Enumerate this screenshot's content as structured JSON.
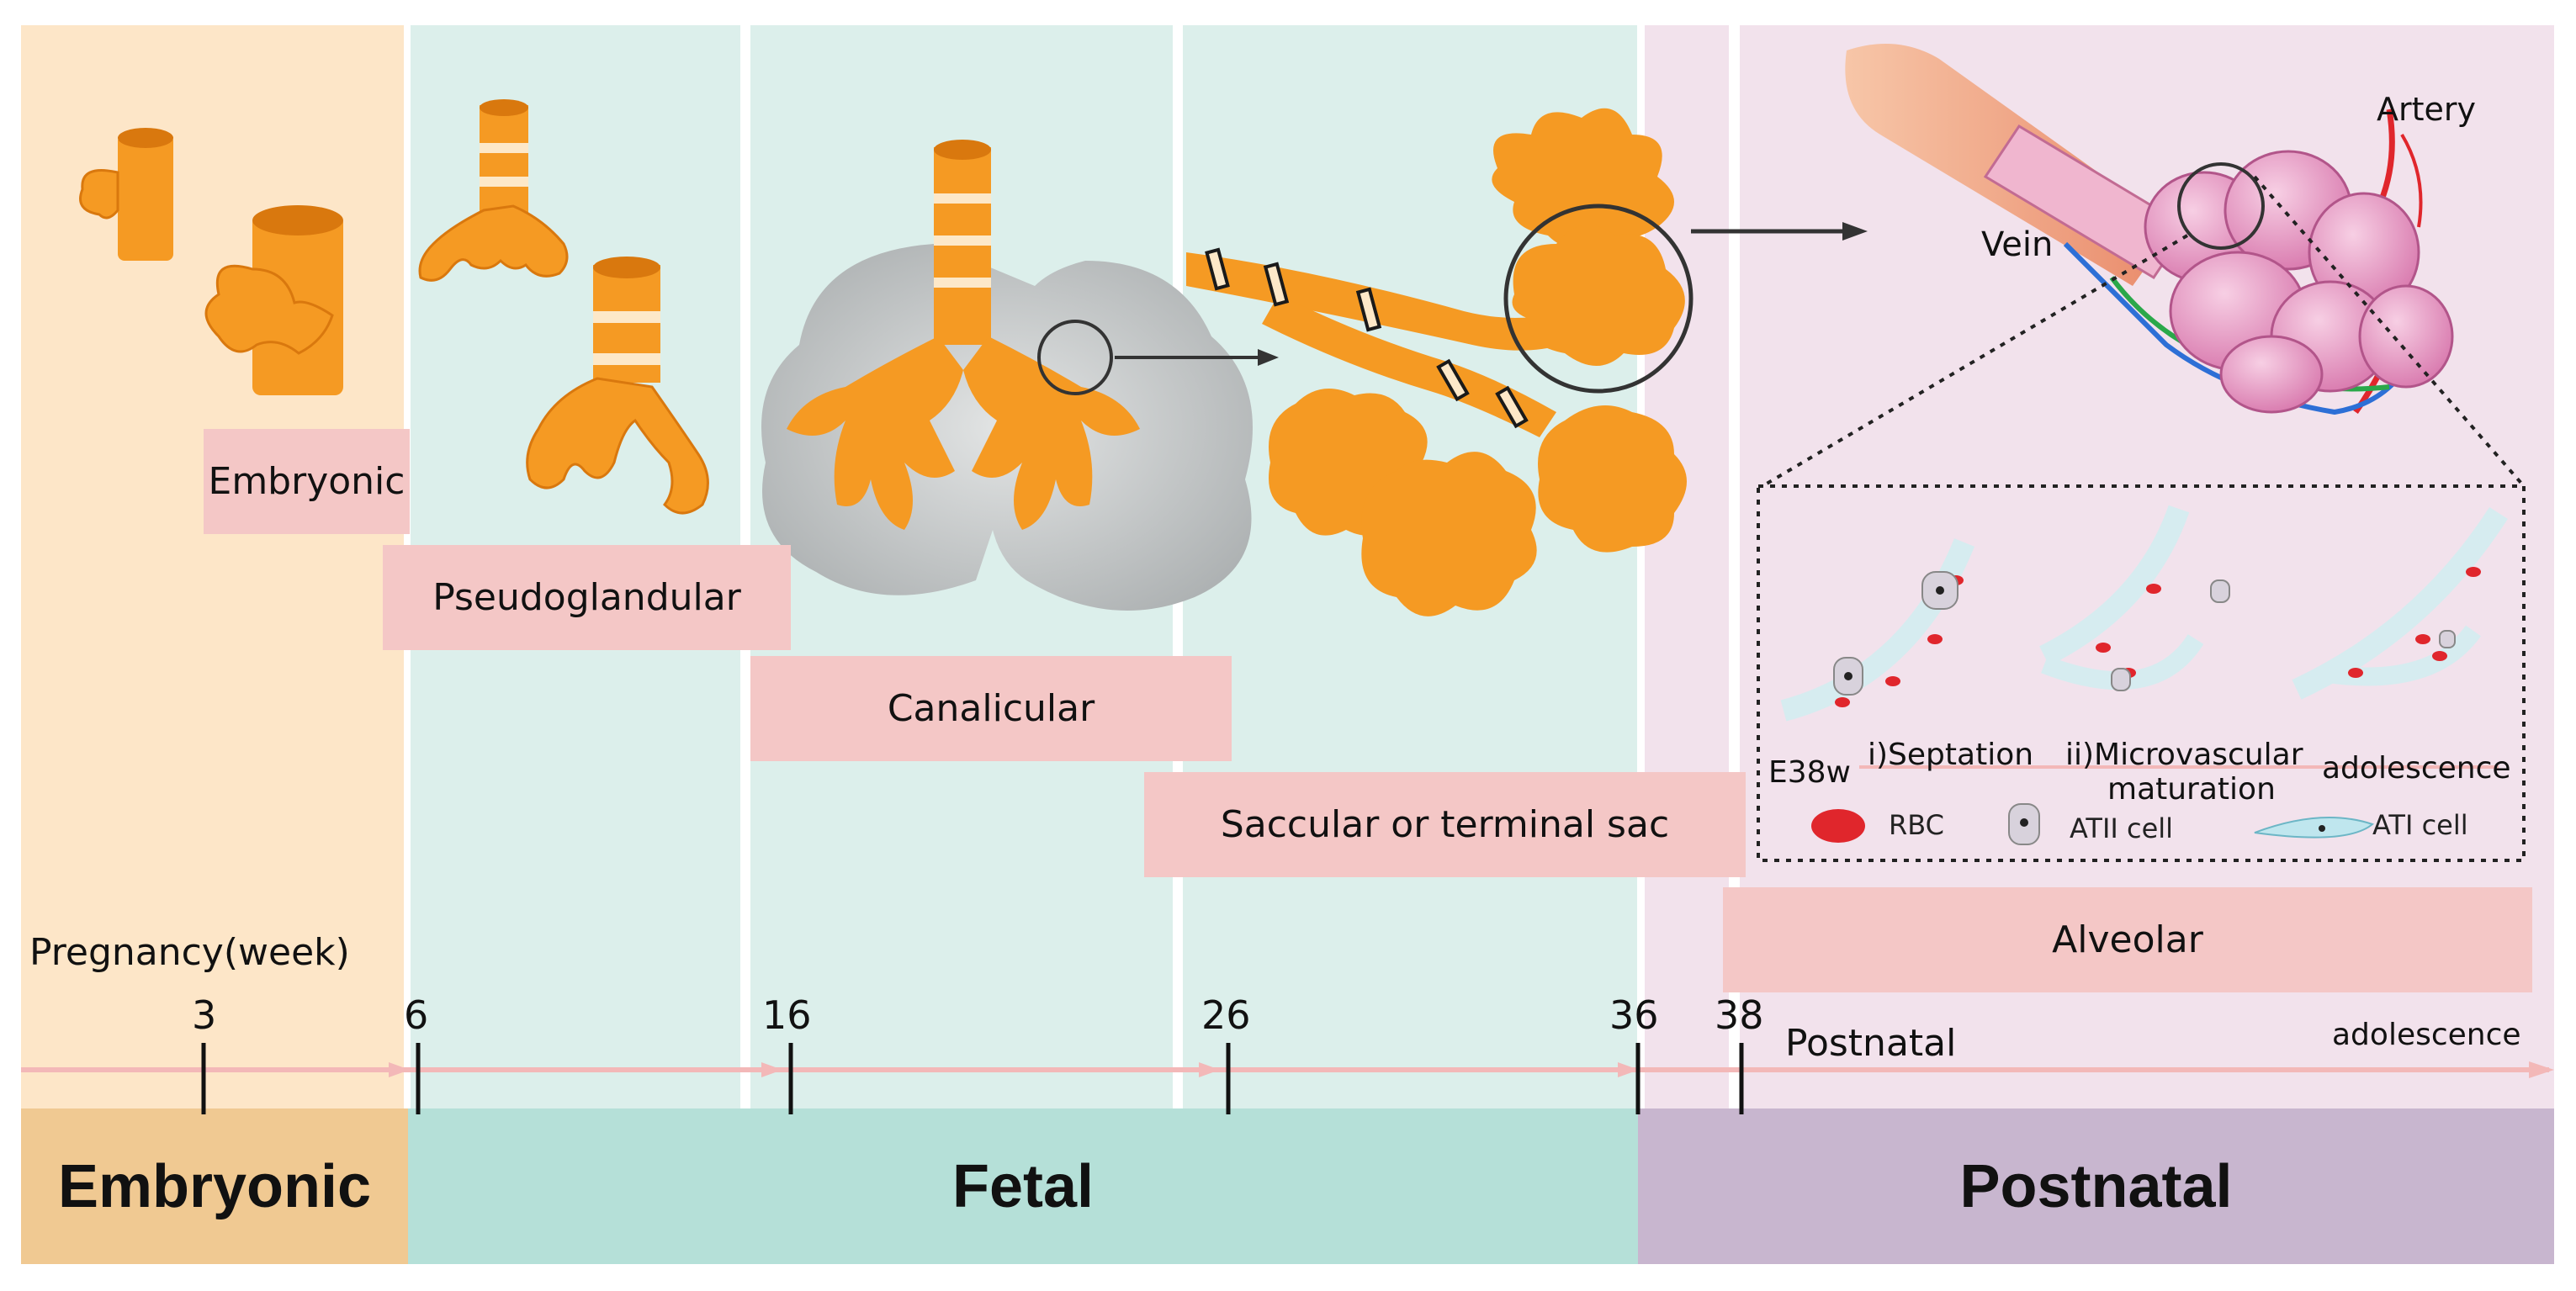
{
  "colors": {
    "embryonic_bg": "#fde6c8",
    "fetal_bg": "#dcefeb",
    "postnatal_bg": "#f2e2ec",
    "embryonic_band": "#f0c992",
    "fetal_band": "#b5e0d8",
    "postnatal_band": "#c8b6cf",
    "stage_label_bg": "#f4c7c6",
    "airway_orange": "#f59a23",
    "airway_dark": "#d9780e",
    "airway_ring": "#fde8c8",
    "lung_gray": "#c9cccd",
    "capillary_red": "#e0262c",
    "vein_blue": "#2d6fd6",
    "green_vessel": "#2aa84a",
    "alveoli_pink": "#e9a3c9",
    "timeline_pink": "#f3b8b8"
  },
  "stages": {
    "embryonic": "Embryonic",
    "pseudoglandular": "Pseudoglandular",
    "canalicular": "Canalicular",
    "saccular": "Saccular or terminal sac",
    "alveolar": "Alveolar"
  },
  "timeline": {
    "axis_label": "Pregnancy(week)",
    "ticks": [
      "3",
      "6",
      "16",
      "26",
      "36",
      "38"
    ],
    "postnatal_label": "Postnatal",
    "end_label": "adolescence"
  },
  "periods": {
    "embryonic": "Embryonic",
    "fetal": "Fetal",
    "postnatal": "Postnatal"
  },
  "vessels": {
    "artery": "Artery",
    "vein": "Vein"
  },
  "inset": {
    "start_label": "E38w",
    "step1": "i)Septation",
    "step2_line1": "ii)Microvascular",
    "step2_line2": "maturation",
    "end_label": "adolescence",
    "legend": {
      "rbc": "RBC",
      "atii": "ATII cell",
      "ati": "ATI cell"
    }
  }
}
